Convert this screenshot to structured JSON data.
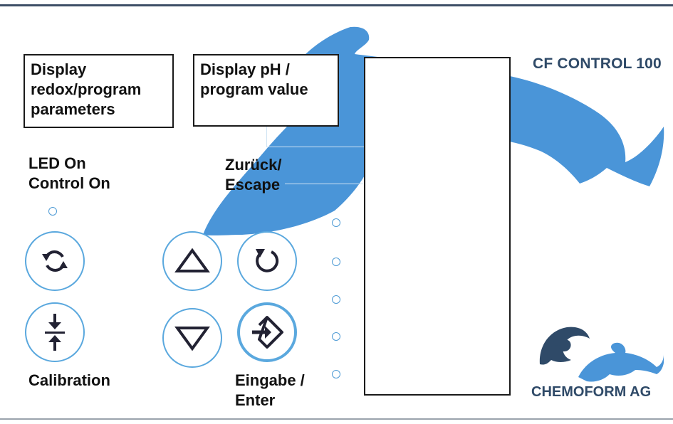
{
  "device": {
    "model_title": "CF CONTROL 100",
    "brand_name": "CHEMOFORM AG"
  },
  "labels": {
    "display_redox": "Display\nredox/program\nparameters",
    "display_ph": "Display pH /\nprogram value",
    "led_status": "LED On\nControl On",
    "escape": "Zurück/\nEscape",
    "calibration": "Calibration",
    "enter": "Eingabe /\nEnter"
  },
  "buttons": [
    {
      "name": "control-toggle-button",
      "icon": "refresh-icon"
    },
    {
      "name": "calibration-button",
      "icon": "calibration-arrows-icon"
    },
    {
      "name": "up-button",
      "icon": "triangle-up-icon"
    },
    {
      "name": "down-button",
      "icon": "triangle-down-icon"
    },
    {
      "name": "escape-button",
      "icon": "undo-icon"
    },
    {
      "name": "enter-button",
      "icon": "enter-icon"
    }
  ],
  "indicator_leds": [
    "led-control-on",
    "led-1",
    "led-2",
    "led-3",
    "led-4",
    "led-5"
  ],
  "colors": {
    "dolphin_blue": "#4a95d8",
    "button_ring": "#5aa8de",
    "brand_navy": "#2f4a68"
  }
}
